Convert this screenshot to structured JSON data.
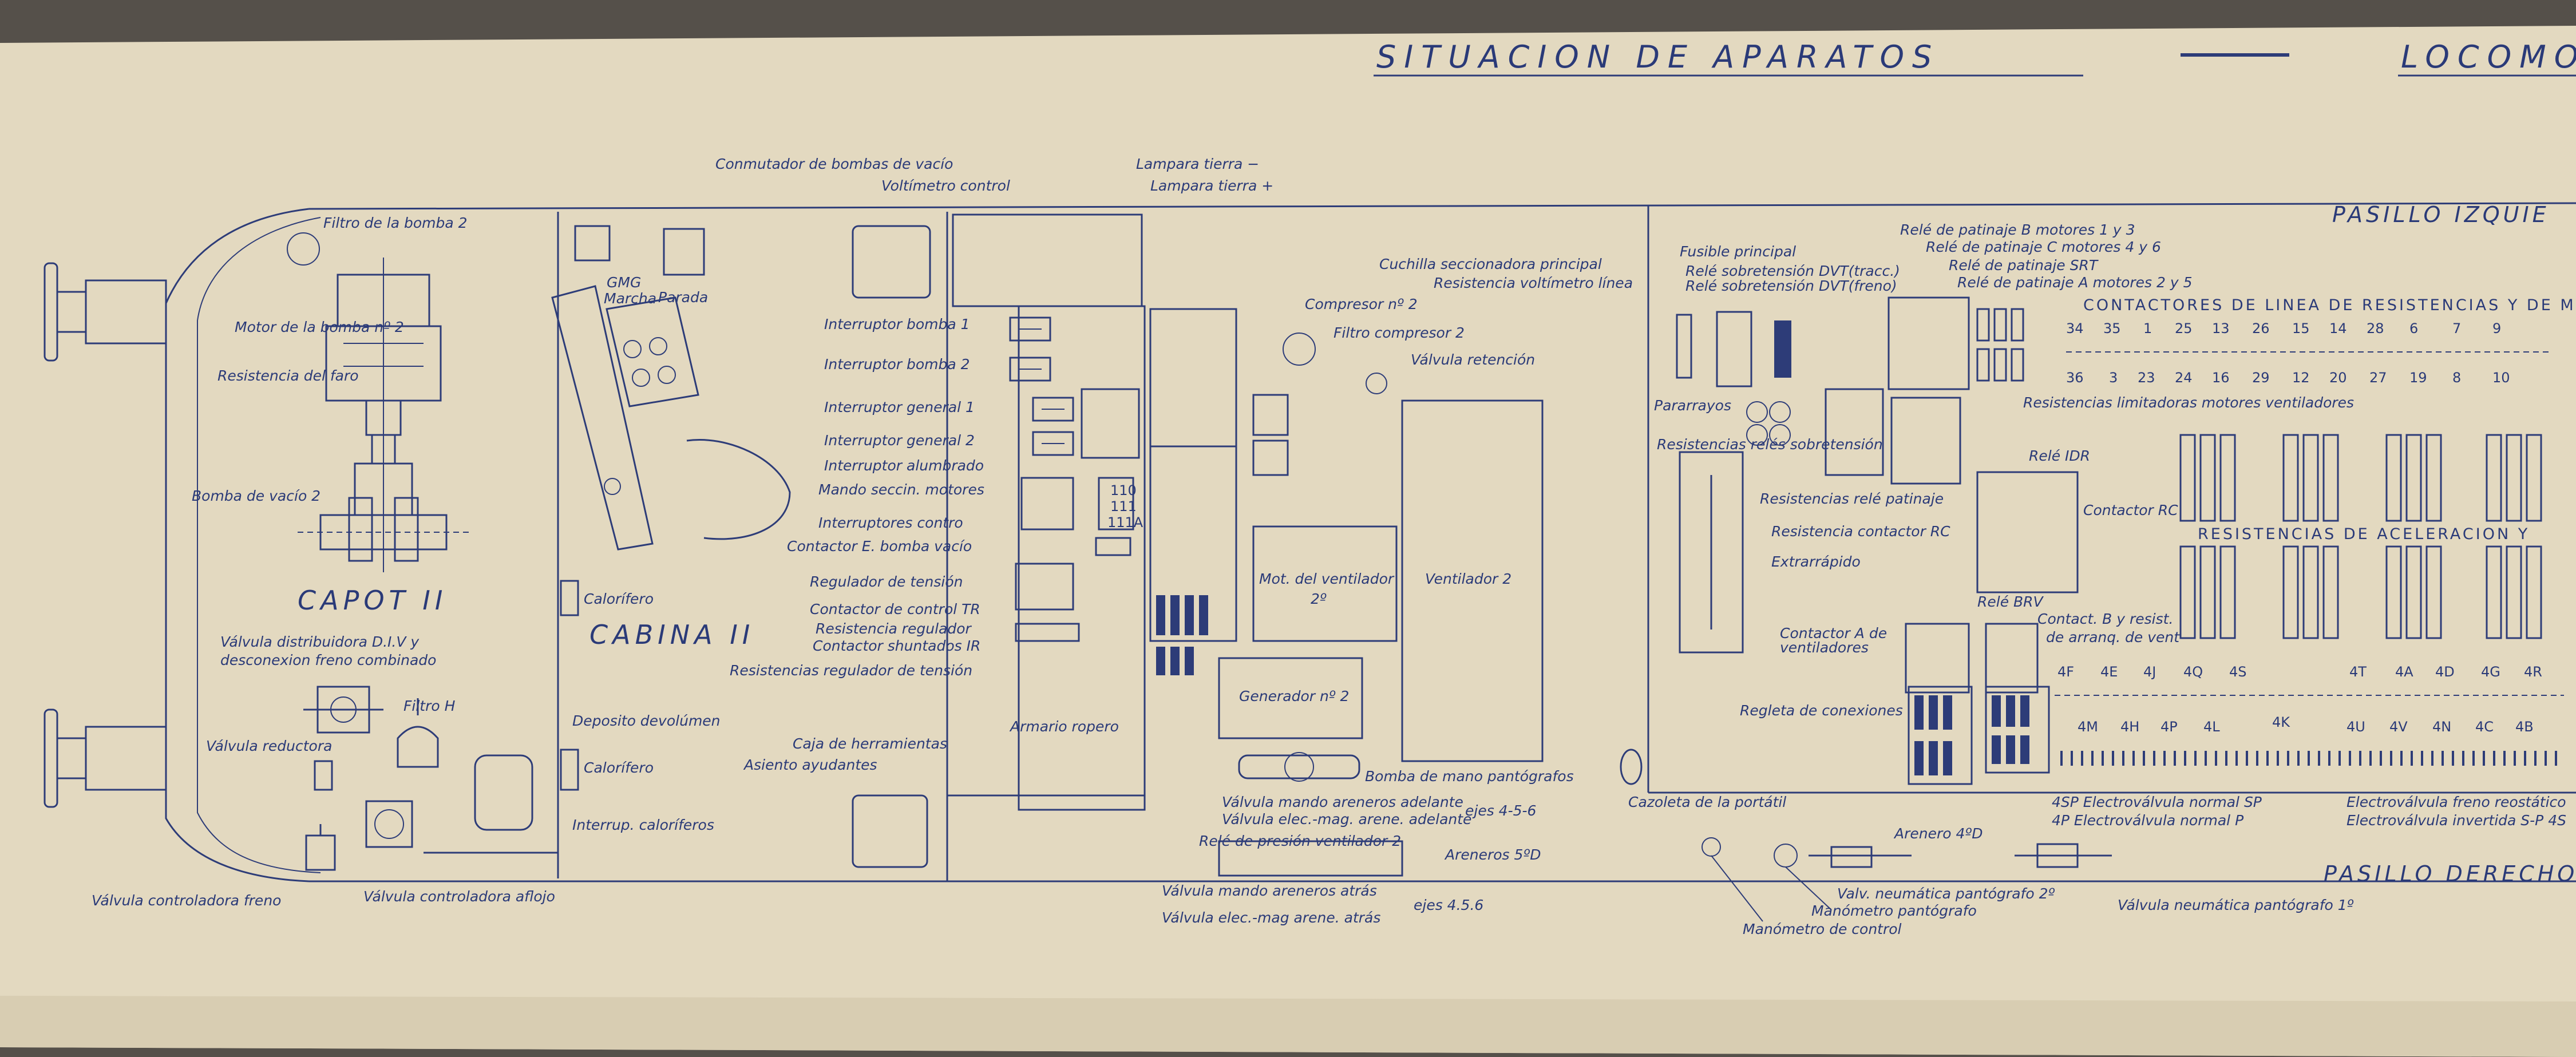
{
  "header": {
    "title": "SITUACION  DE  APARATOS",
    "title_cont": "LOCOMO"
  },
  "sections": {
    "capot": "CAPOT II",
    "cabina": "CABINA II",
    "pasillo_izq": "PASILLO  IZQUIE",
    "pasillo_der": "PASILLO  DERECHO",
    "contactores_linea": "CONTACTORES DE LINEA DE RESISTENCIAS Y DE M",
    "resist_aceleracion": "RESISTENCIAS  DE  ACELERACION  Y"
  },
  "labels": {
    "filtro_bomba": "Filtro de la bomba 2",
    "motor_bomba": "Motor de la bomba nº 2",
    "resist_faro": "Resistencia del faro",
    "bomba_vacio": "Bomba de vacío 2",
    "valv_distrib": "Válvula distribuidora D.I.V y",
    "desconexion": "desconexion freno combinado",
    "filtro_h": "Filtro H",
    "valv_reductora": "Válvula reductora",
    "valv_controladora_freno": "Válvula controladora freno",
    "valv_controladora_aflojo": "Válvula controladora aflojo",
    "gmg": "GMG",
    "marcha": "Marcha",
    "parada": "Parada",
    "calorifero1": "Calorífero",
    "calorifero2": "Calorífero",
    "deposito": "Deposito devolúmen",
    "interrup_calorif": "Interrup. caloríferos",
    "conmutador_bombas": "Conmutador de bombas de vacío",
    "voltimetro": "Voltímetro control",
    "lampara_menos": "Lampara tierra −",
    "lampara_mas": "Lampara tierra +",
    "int_bomba1": "Interruptor bomba 1",
    "int_bomba2": "Interruptor bomba 2",
    "int_general1": "Interruptor general 1",
    "int_general2": "Interruptor general 2",
    "int_alumbrado": "Interruptor alumbrado",
    "mando_seccin": "Mando seccin. motores",
    "int_control": "Interruptores contro",
    "contactor_bomba": "Contactor E. bomba vacío",
    "regulador_tension": "Regulador de tensión",
    "contactor_control": "Contactor de control TR",
    "resist_regulador": "Resistencia regulador",
    "contactor_shuntados": "Contactor shuntados IR",
    "resist_reg_tension": "Resistencias regulador de tensión",
    "caja_herramientas": "Caja de herramientas",
    "asiento": "Asiento ayudantes",
    "armario": "Armario ropero",
    "cuchilla": "Cuchilla seccionadora principal",
    "resist_voltimetro": "Resistencia voltímetro línea",
    "compresor": "Compresor nº 2",
    "filtro_compresor": "Filtro compresor 2",
    "valv_retencion": "Válvula retención",
    "mot_ventilador": "Mot. del ventilador",
    "mot_ventilador_n": "2º",
    "ventilador": "Ventilador 2",
    "generador": "Generador nº 2",
    "bomba_mano": "Bomba de mano pantógrafos",
    "valv_mando_areneros": "Válvula mando areneros adelante",
    "valv_elec_mag": "Válvula elec.-mag. arene. adelante",
    "ejes_456_a": "ejes 4-5-6",
    "rele_presion": "Relé de presión ventilador 2",
    "areneros_pd": "Areneros 5ºD",
    "valv_mando_atras": "Válvula mando areneros atrás",
    "valv_elec_atras": "Válvula elec.-mag arene. atrás",
    "ejes_456_b": "ejes 4.5.6",
    "fusible": "Fusible principal",
    "rele_sobre_trac": "Relé sobretensión DVT(tracc.)",
    "rele_sobre_freno": "Relé sobretensión DVT(freno)",
    "rele_patinaje_b": "Relé de patinaje B motores 1 y 3",
    "rele_patinaje_c": "Relé de patinaje C motores 4 y 6",
    "rele_patinaje_srt": "Relé de patinaje SRT",
    "rele_patinaje_a": "Relé de patinaje A motores 2 y 5",
    "pararrayos": "Pararrayos",
    "resist_reles": "Resistencias relés sobretensión",
    "resist_limitadoras": "Resistencias limitadoras motores ventiladores",
    "resist_rele_patinaje": "Resistencias relé patinaje",
    "resist_contactor_rc": "Resistencia contactor RC",
    "rele_idr": "Relé IDR",
    "contactor_rc": "Contactor RC",
    "rele_brv": "Relé BRV",
    "extrarrapido": "Extrarrápido",
    "contactor_a": "Contactor A de",
    "ventiladores": "ventiladores",
    "contact_b": "Contact. B y resist.",
    "de_arranq": "de arranq. de vent",
    "regleta": "Regleta de conexiones",
    "cazoleta": "Cazoleta de la portátil",
    "ev_normal_sp": "4SP Electroválvula normal SP",
    "ev_normal_p": "4P  Electroválvula normal P",
    "ev_freno": "Electroválvula freno reostático",
    "ev_invertida": "Electroválvula invertida S-P 4S",
    "arenero_4d": "Arenero 4ºD",
    "valv_neum_2": "Valv. neumática pantógrafo 2º",
    "manometro_pant": "Manómetro pantógrafo",
    "manometro_control": "Manómetro de control",
    "valv_neum_1": "Válvula neumática pantógrafo 1º",
    "fuse_110": "110",
    "fuse_111": "111",
    "fuse_111a": "111A"
  },
  "contactor_numbers_top": [
    "34",
    "35",
    "1",
    "25",
    "13",
    "26",
    "15",
    "14",
    "28",
    "6",
    "7",
    "9"
  ],
  "contactor_numbers_bottom": [
    "36",
    "3",
    "23",
    "24",
    "16",
    "29",
    "12",
    "20",
    "27",
    "19",
    "8",
    "10"
  ],
  "valve_codes_top": [
    "4F",
    "4E",
    "4J",
    "4Q",
    "4S",
    "4T",
    "4A",
    "4D",
    "4G",
    "4R"
  ],
  "valve_codes_bottom": [
    "4M",
    "4H",
    "4P",
    "4L",
    "4K",
    "4U",
    "4V",
    "4N",
    "4C",
    "4B"
  ],
  "colors": {
    "paper": "#e3d9c0",
    "ink": "#2d3c78",
    "background": "#55504a"
  }
}
